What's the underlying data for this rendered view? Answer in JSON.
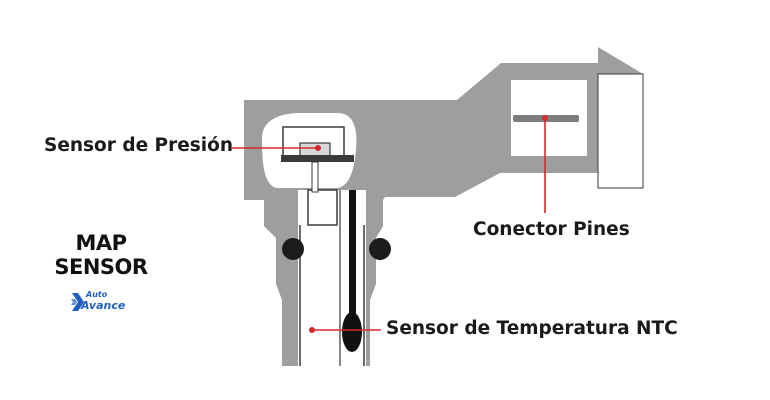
{
  "title": {
    "line1": "MAP",
    "line2": "SENSOR"
  },
  "logo": {
    "line1": "Auto",
    "line2": "Avance",
    "color": "#1f5fbf"
  },
  "callouts": {
    "pressure_sensor": "Sensor de Presión",
    "connector_pins": "Conector Pines",
    "temperature_sensor": "Sensor de Temperatura NTC"
  },
  "colors": {
    "body": "#9e9e9e",
    "outline": "#3a3a3a",
    "callout_line": "#d42a2a",
    "seal": "#1c1c1c"
  }
}
